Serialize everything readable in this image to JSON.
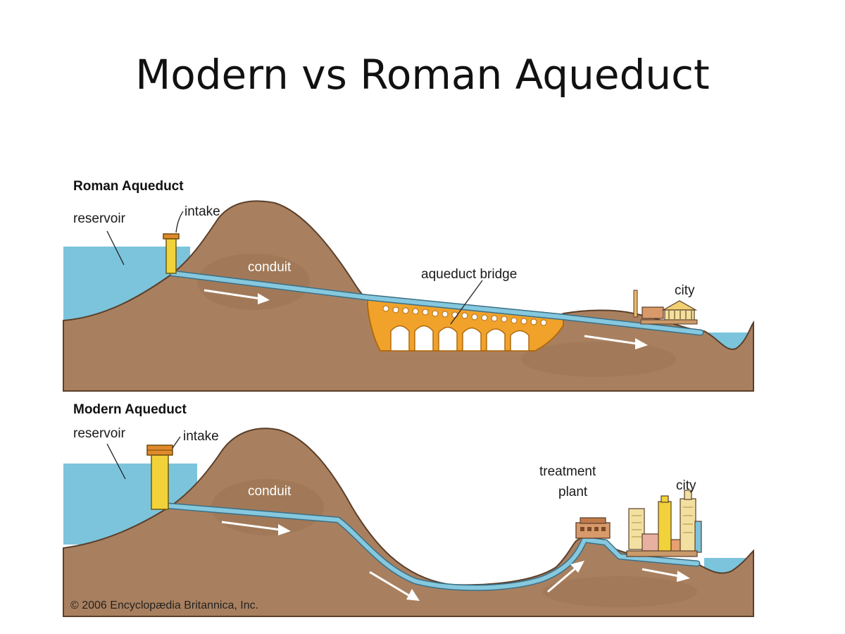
{
  "title": "Modern vs Roman Aqueduct",
  "roman": {
    "heading": "Roman Aqueduct",
    "labels": {
      "reservoir": "reservoir",
      "intake": "intake",
      "conduit": "conduit",
      "bridge": "aqueduct bridge",
      "city": "city"
    }
  },
  "modern": {
    "heading": "Modern Aqueduct",
    "labels": {
      "reservoir": "reservoir",
      "intake": "intake",
      "conduit": "conduit",
      "treatment_line1": "treatment",
      "treatment_line2": "plant",
      "city": "city"
    }
  },
  "copyright": "© 2006 Encyclopædia Britannica, Inc.",
  "colors": {
    "water": "#7cc4dc",
    "earth": "#a9805f",
    "earth_dark": "#8a6446",
    "conduit": "#86c8de",
    "intake": "#f2d23a",
    "bridge": "#f0a22a",
    "arrow": "#ffffff"
  }
}
